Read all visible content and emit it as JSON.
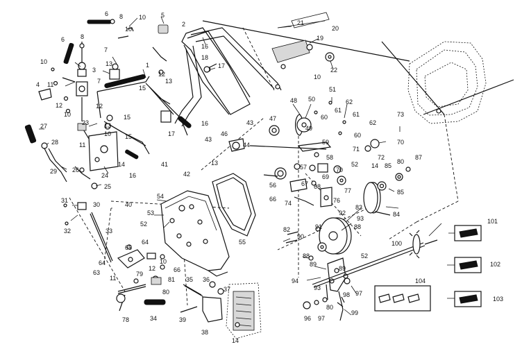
{
  "figure": {
    "background": "#ffffff",
    "ink": "#111111"
  },
  "labels": {
    "l1": "1",
    "l2": "2",
    "l3": "3",
    "l4": "4",
    "l5": "5",
    "l6a": "6",
    "l6b": "6",
    "l7a": "7",
    "l7b": "7",
    "l8": "8",
    "l10a": "10",
    "l10b": "10",
    "l10c": "10",
    "l10d": "10",
    "l10e": "10",
    "l11a": "11",
    "l11b": "11",
    "l12a": "12",
    "l12b": "12",
    "l12c": "12",
    "l13a": "13",
    "l13b": "13",
    "l13c": "13",
    "l14a": "14",
    "l14b": "14",
    "l14c": "14",
    "l15a": "15",
    "l15b": "15",
    "l15c": "15",
    "l16a": "16",
    "l16b": "16",
    "l17a": "17",
    "l17b": "17",
    "l18": "18",
    "l19": "19",
    "l20": "20",
    "l21": "21",
    "l22": "22",
    "l23": "23",
    "l24": "24",
    "l25": "25",
    "l26": "26",
    "l27": "27",
    "l28": "28",
    "l29": "29",
    "l30": "30",
    "l31": "31",
    "l32": "32",
    "l33": "33",
    "l34": "34",
    "l35": "35",
    "l36": "36",
    "l37": "37",
    "l38": "38",
    "l39": "39",
    "l40": "40",
    "l41": "41",
    "l42": "42",
    "l43a": "43",
    "l43b": "43",
    "l44": "44",
    "l46": "46",
    "l47": "47",
    "l48": "48",
    "l49": "49",
    "l50": "50",
    "l51": "51",
    "l52a": "52",
    "l52b": "52",
    "l53": "53",
    "l54": "54",
    "l55": "55",
    "l56": "56",
    "l57": "57",
    "l58": "58",
    "l59": "59",
    "l60a": "60",
    "l60b": "60",
    "l61a": "61",
    "l61b": "61",
    "l62a": "62",
    "l62b": "62",
    "l63": "63",
    "l64a": "64",
    "l64b": "64",
    "l65": "65",
    "l66": "66",
    "l67": "67",
    "l68": "68",
    "l69": "69",
    "l70a": "70",
    "l70b": "70",
    "l71": "71",
    "l72": "72",
    "l73": "73",
    "l74": "74",
    "l76": "76",
    "l77": "77",
    "l78": "78",
    "l79": "79",
    "l80a": "80",
    "l80b": "80",
    "l80c": "80",
    "l81": "81",
    "l82": "82",
    "l83": "83",
    "l84": "84",
    "l85a": "85",
    "l85b": "85",
    "l87": "87",
    "l88a": "88",
    "l88b": "88",
    "l89a": "89",
    "l89b": "89",
    "l90": "90",
    "l91": "91",
    "l92": "92",
    "l93a": "93",
    "l93b": "93",
    "l94": "94",
    "l96": "96",
    "l97a": "97",
    "l97b": "97",
    "l98": "98",
    "l99": "99",
    "l100": "100",
    "l101": "101",
    "l102": "102",
    "l103": "103",
    "l104": "104"
  }
}
